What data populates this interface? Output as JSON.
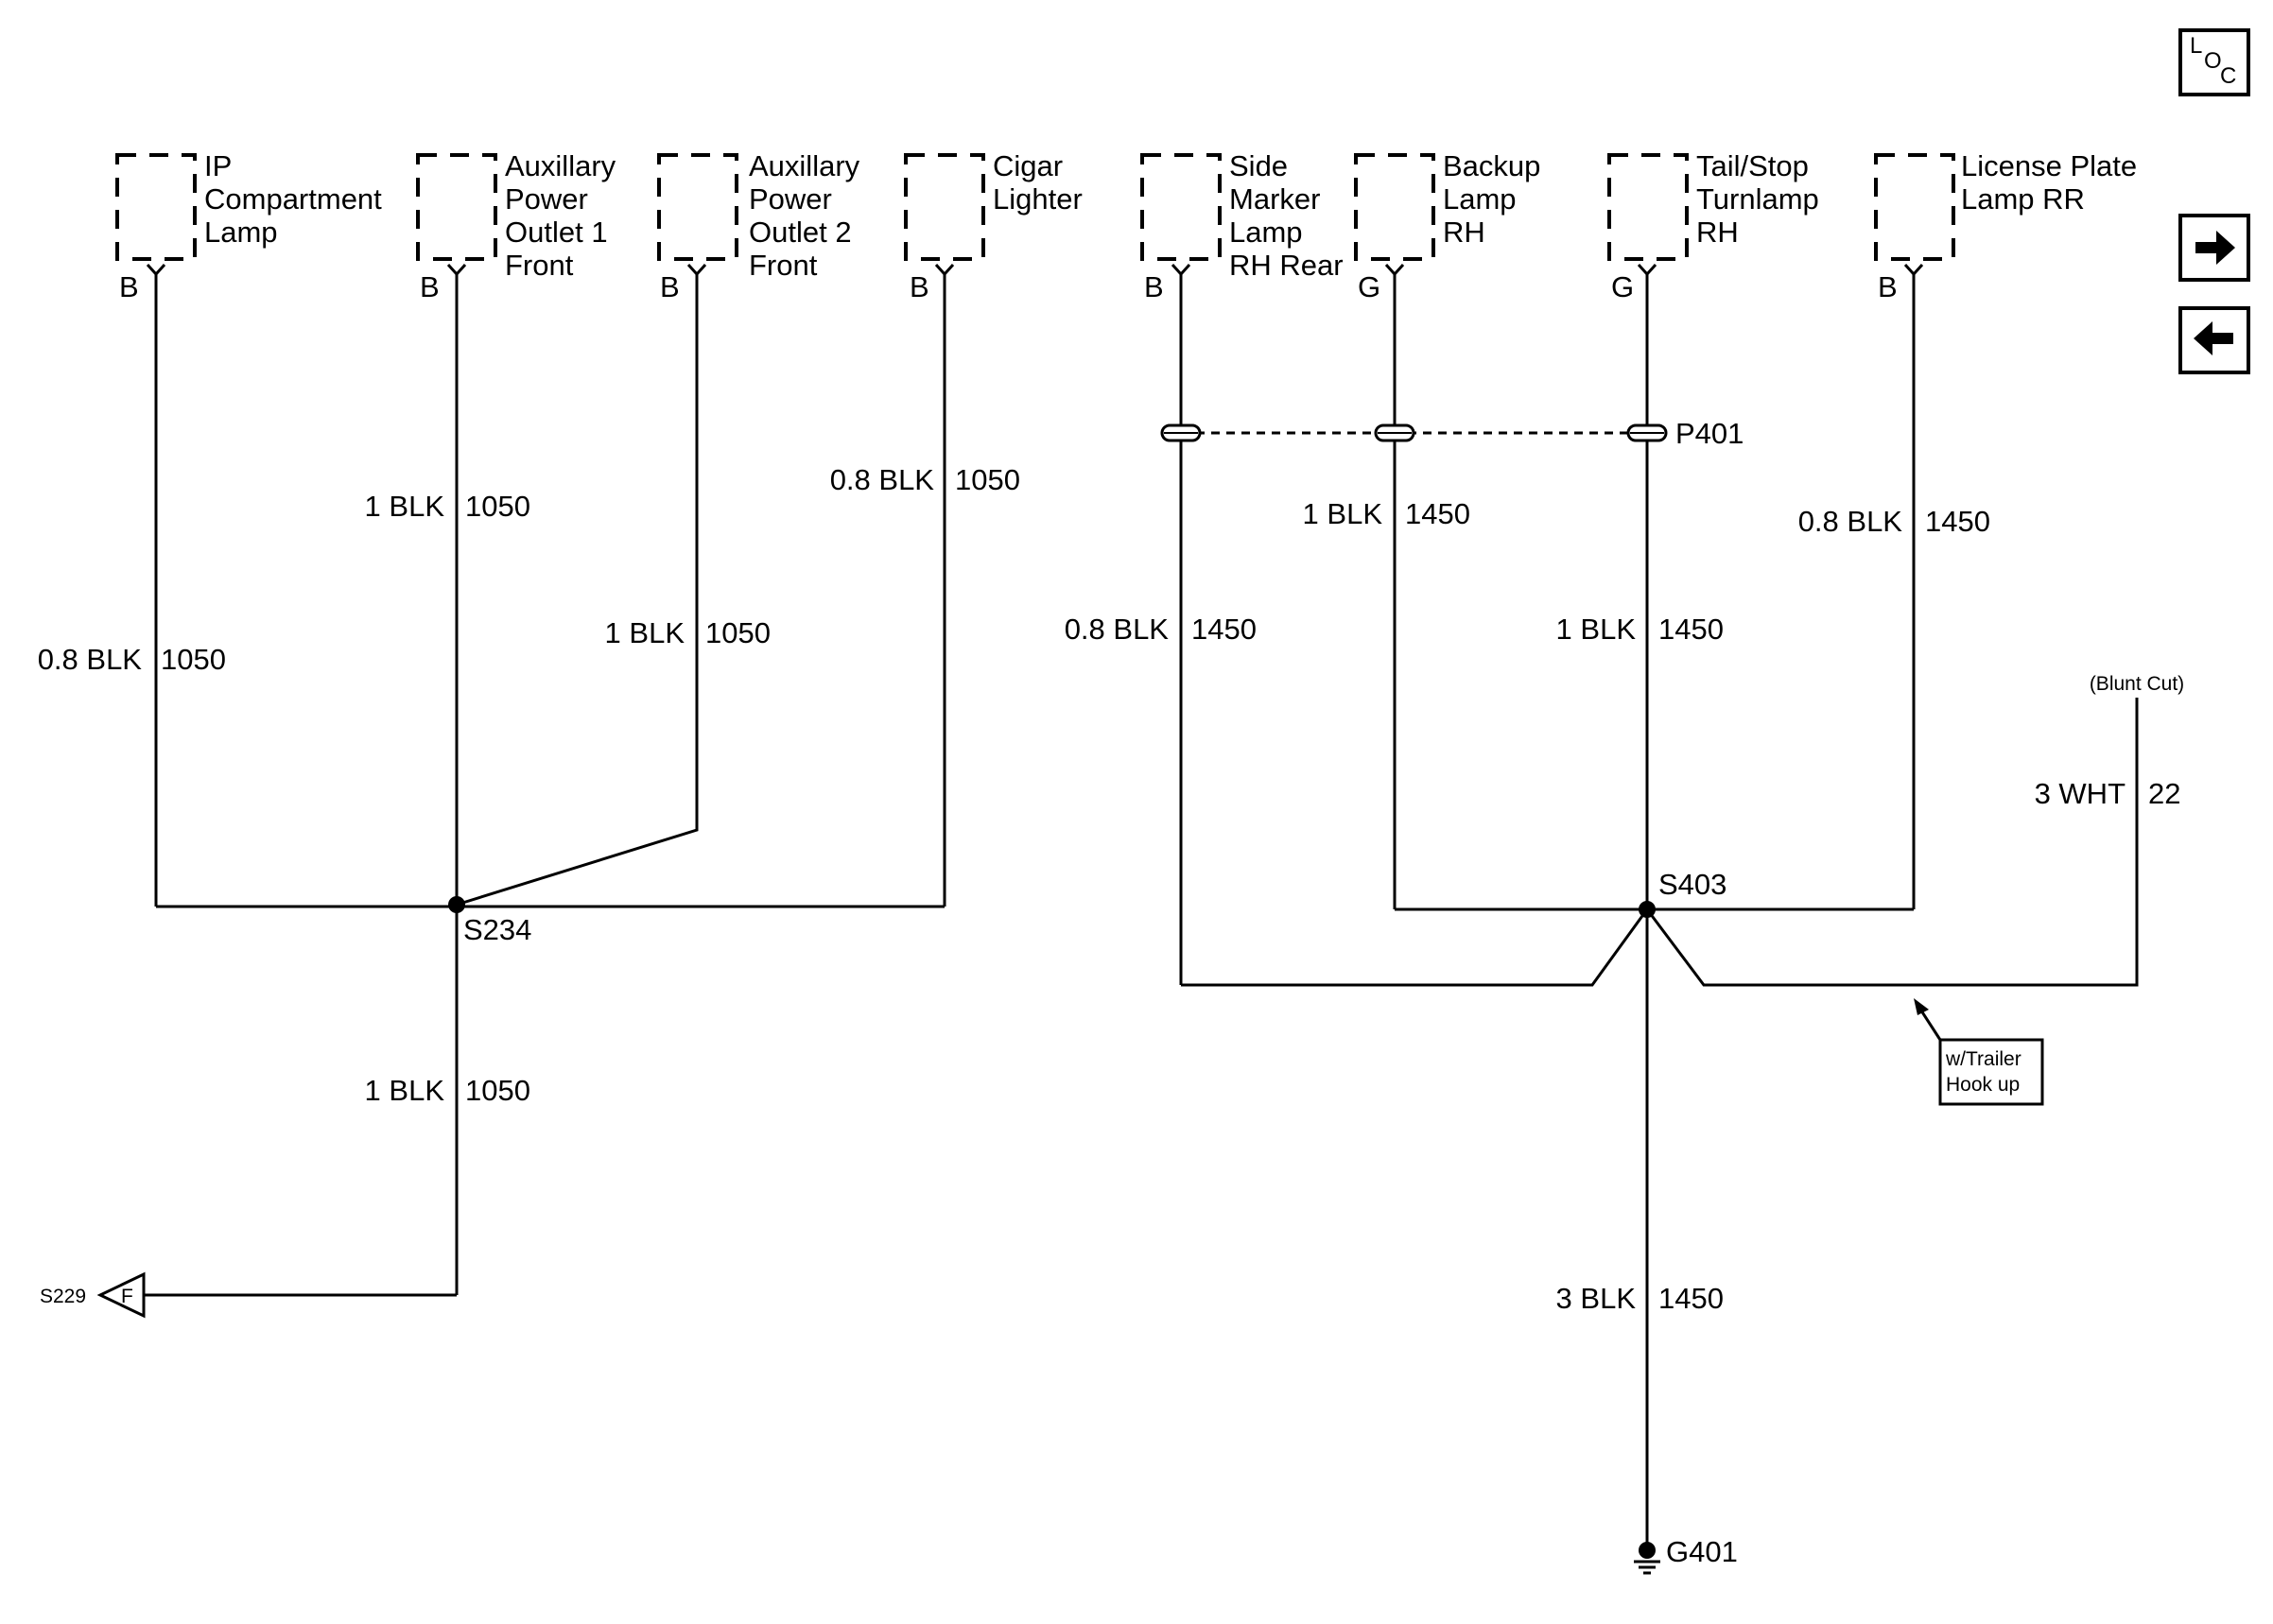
{
  "nav": {
    "loc_letters": [
      "L",
      "O",
      "C"
    ]
  },
  "components": [
    {
      "lines": [
        "IP",
        "Compartment",
        "Lamp"
      ],
      "pin": "B"
    },
    {
      "lines": [
        "Auxillary",
        "Power",
        "Outlet 1",
        "Front"
      ],
      "pin": "B"
    },
    {
      "lines": [
        "Auxillary",
        "Power",
        "Outlet 2",
        "Front"
      ],
      "pin": "B"
    },
    {
      "lines": [
        "Cigar",
        "Lighter"
      ],
      "pin": "B"
    },
    {
      "lines": [
        "Side",
        "Marker",
        "Lamp",
        "RH Rear"
      ],
      "pin": "B"
    },
    {
      "lines": [
        "Backup",
        "Lamp",
        "RH"
      ],
      "pin": "G"
    },
    {
      "lines": [
        "Tail/Stop",
        "Turnlamp",
        "RH"
      ],
      "pin": "G"
    },
    {
      "lines": [
        "License Plate",
        "Lamp RR"
      ],
      "pin": "B"
    }
  ],
  "wires": [
    {
      "gauge": "0.8 BLK",
      "circuit": "1050"
    },
    {
      "gauge": "1 BLK",
      "circuit": "1050"
    },
    {
      "gauge": "1 BLK",
      "circuit": "1050"
    },
    {
      "gauge": "0.8 BLK",
      "circuit": "1050"
    },
    {
      "gauge": "0.8 BLK",
      "circuit": "1450"
    },
    {
      "gauge": "1 BLK",
      "circuit": "1450"
    },
    {
      "gauge": "1 BLK",
      "circuit": "1450"
    },
    {
      "gauge": "0.8 BLK",
      "circuit": "1450"
    },
    {
      "gauge": "1 BLK",
      "circuit": "1050"
    },
    {
      "gauge": "3 BLK",
      "circuit": "1450"
    },
    {
      "gauge": "3 WHT",
      "circuit": "22"
    }
  ],
  "splices": {
    "left": "S234",
    "right": "S403"
  },
  "connector": "P401",
  "ground": "G401",
  "offpage": {
    "ref": "S229",
    "letter": "F"
  },
  "blunt_cut": "(Blunt Cut)",
  "trailer_note": [
    "w/Trailer",
    "Hook up"
  ]
}
